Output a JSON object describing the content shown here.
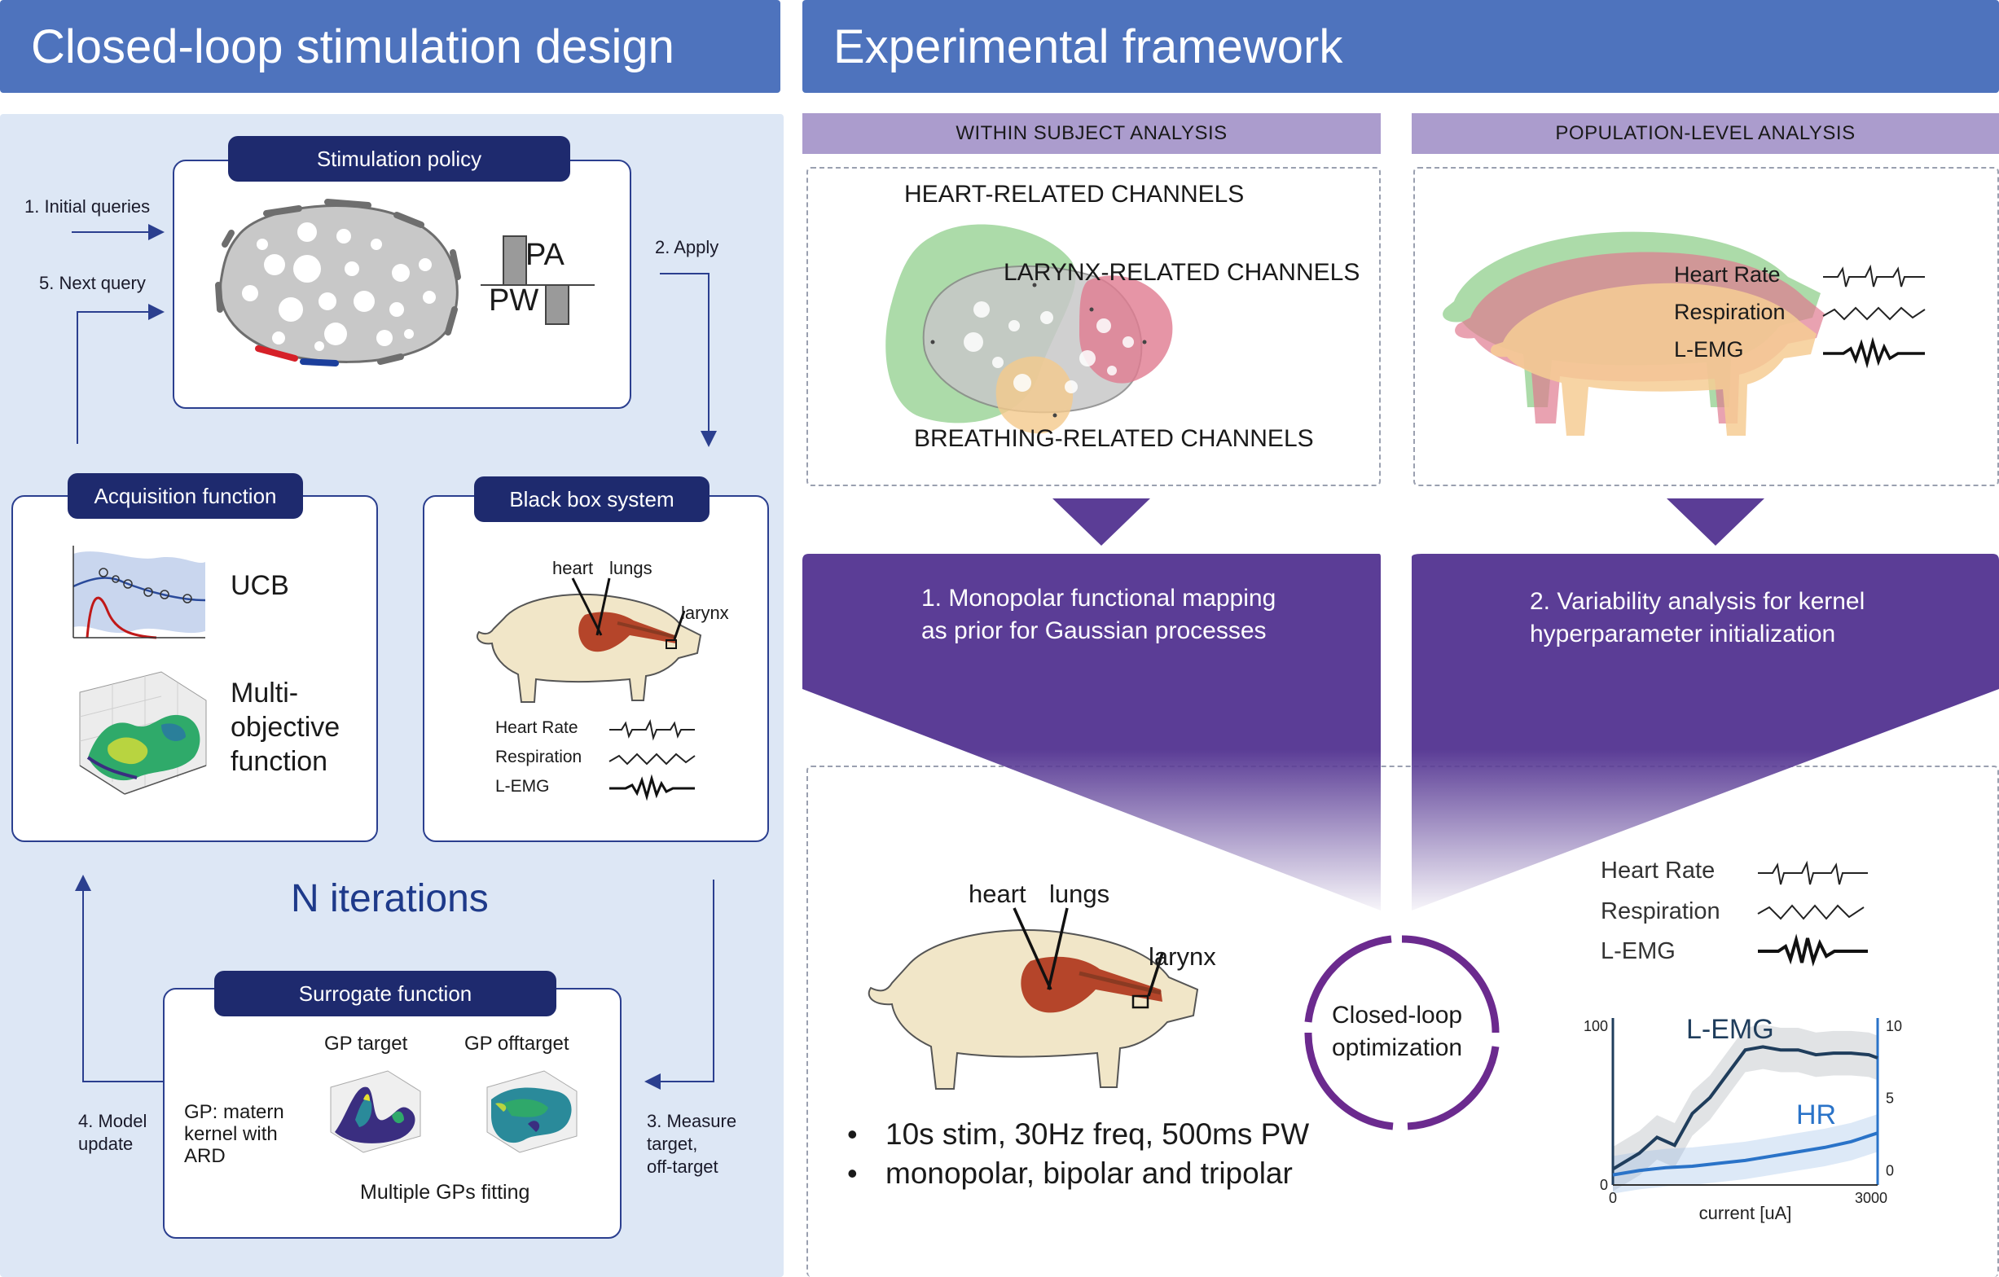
{
  "left": {
    "title": "Closed-loop stimulation design",
    "flow": {
      "initial_queries": "1. Initial queries",
      "next_query": "5. Next query",
      "apply": "2. Apply",
      "model_update_1": "4. Model",
      "model_update_2": "update",
      "measure_1": "3. Measure",
      "measure_2": "target,",
      "measure_3": "off-target"
    },
    "stim_policy": {
      "label": "Stimulation policy",
      "pa": "PA",
      "pw": "PW"
    },
    "acquisition": {
      "label": "Acquisition function",
      "ucb": "UCB",
      "multi_1": "Multi-",
      "multi_2": "objective",
      "multi_3": "function"
    },
    "black_box": {
      "label": "Black box system",
      "heart": "heart",
      "lungs": "lungs",
      "larynx": "larynx",
      "sig_hr": "Heart Rate",
      "sig_resp": "Respiration",
      "sig_emg": "L-EMG"
    },
    "n_iterations": "N iterations",
    "surrogate": {
      "label": "Surrogate function",
      "gp_target": "GP target",
      "gp_offtarget": "GP offtarget",
      "gp_desc_1": "GP: matern",
      "gp_desc_2": "kernel with",
      "gp_desc_3": "ARD",
      "multiple": "Multiple GPs fitting"
    }
  },
  "right": {
    "title": "Experimental framework",
    "within": {
      "header": "WITHIN SUBJECT ANALYSIS",
      "heart_ch": "HEART-RELATED CHANNELS",
      "larynx_ch": "LARYNX-RELATED CHANNELS",
      "breathing_ch": "BREATHING-RELATED CHANNELS",
      "step_1": "1. Monopolar functional mapping",
      "step_2": "as prior for Gaussian processes"
    },
    "population": {
      "header": "POPULATION-LEVEL ANALYSIS",
      "sig_hr": "Heart Rate",
      "sig_resp": "Respiration",
      "sig_emg": "L-EMG",
      "step_1": "2. Variability analysis for kernel",
      "step_2": "hyperparameter initialization"
    },
    "bottom": {
      "heart": "heart",
      "lungs": "lungs",
      "larynx": "larynx",
      "closed_1": "Closed-loop",
      "closed_2": "optimization",
      "bullet_1": "10s stim, 30Hz freq, 500ms PW",
      "bullet_2": "monopolar, bipolar and tripolar",
      "sig_hr": "Heart Rate",
      "sig_resp": "Respiration",
      "sig_emg": "L-EMG"
    }
  },
  "chart_data": {
    "type": "line",
    "xlabel": "current [uA]",
    "xlim": [
      0,
      3000
    ],
    "xticks": [
      "0",
      "3000"
    ],
    "y_left_ticks": [
      "0",
      "100"
    ],
    "y_right_ticks": [
      "0",
      "5",
      "10"
    ],
    "ylim_left": [
      0,
      100
    ],
    "ylim_right": [
      -1,
      10
    ],
    "series": [
      {
        "name": "L-EMG",
        "color": "#1f3d5c",
        "axis": "left",
        "x": [
          0,
          300,
          500,
          700,
          900,
          1100,
          1300,
          1500,
          1700,
          1900,
          2100,
          2300,
          2500,
          2700,
          2900,
          3000
        ],
        "y": [
          10,
          20,
          30,
          25,
          45,
          55,
          70,
          85,
          87,
          85,
          85,
          82,
          83,
          83,
          82,
          80
        ]
      },
      {
        "name": "HR",
        "color": "#2a73c8",
        "axis": "right",
        "x": [
          0,
          300,
          600,
          900,
          1200,
          1500,
          1800,
          2100,
          2400,
          2700,
          3000
        ],
        "y": [
          -0.3,
          0.0,
          0.2,
          0.3,
          0.5,
          0.7,
          1.0,
          1.3,
          1.6,
          2.0,
          2.6
        ]
      }
    ]
  },
  "colors": {
    "header": "#4e73bd",
    "navy": "#1e2a6e",
    "lavender": "#ab9ccd",
    "purple": "#5b3d96",
    "panel": "#dde7f5"
  }
}
